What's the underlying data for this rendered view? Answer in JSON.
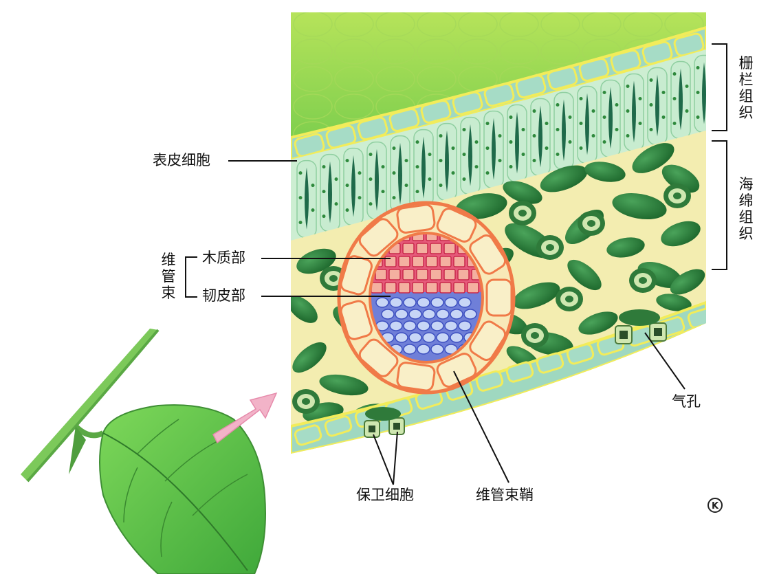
{
  "labels": {
    "epidermis": "表皮细胞",
    "palisade": "栅栏组织",
    "spongy": "海绵组织",
    "vascular_bundle": "维管束",
    "xylem": "木质部",
    "phloem": "韧皮部",
    "stoma": "气孔",
    "guard_cells": "保卫细胞",
    "bundle_sheath": "维管束鞘"
  },
  "brand_mark": "K",
  "colors": {
    "epidermis_fill": "#9fd8c0",
    "epidermis_outline": "#f2ec5a",
    "palisade": "#bfe8c6",
    "chloroplast": "#2f8a3d",
    "spongy_bg": "#f3eeb0",
    "sheath": "#f27a4a",
    "xylem": "#e65a7a",
    "phloem": "#6f7fd8",
    "leaf": "#5cc24a",
    "arrow": "#f0a6c0"
  },
  "icons": {
    "arrow": "pink-arrow-icon",
    "leaf": "leaf-icon",
    "brand": "circled-k-icon"
  }
}
